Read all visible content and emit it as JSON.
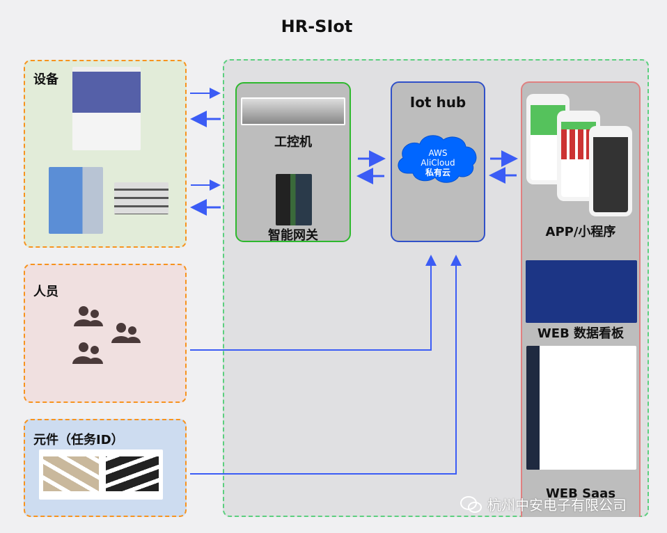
{
  "title": "HR-SIot",
  "sources": [
    {
      "label": "设备",
      "bg": "#e2ecd9"
    },
    {
      "label": "人员",
      "bg": "#f0e0e0"
    },
    {
      "label": "元件（任务ID）",
      "bg": "#cddcf0"
    }
  ],
  "edge": {
    "label_ipc": "工控机",
    "label_gateway": "智能网关"
  },
  "hub": {
    "title": "Iot hub",
    "cloud": [
      "AWS",
      "AliCloud",
      "私有云"
    ]
  },
  "apps": {
    "app": "APP/小程序",
    "dashboard": "WEB 数据看板",
    "saas": "WEB Saas"
  },
  "watermark": "杭州中安电子有限公司",
  "colors": {
    "arrow": "#3b5cf5",
    "orange": "#f7931e",
    "green": "#2db82d",
    "blue": "#3050c8",
    "red": "#e08080",
    "cloud": "#0066ff"
  }
}
